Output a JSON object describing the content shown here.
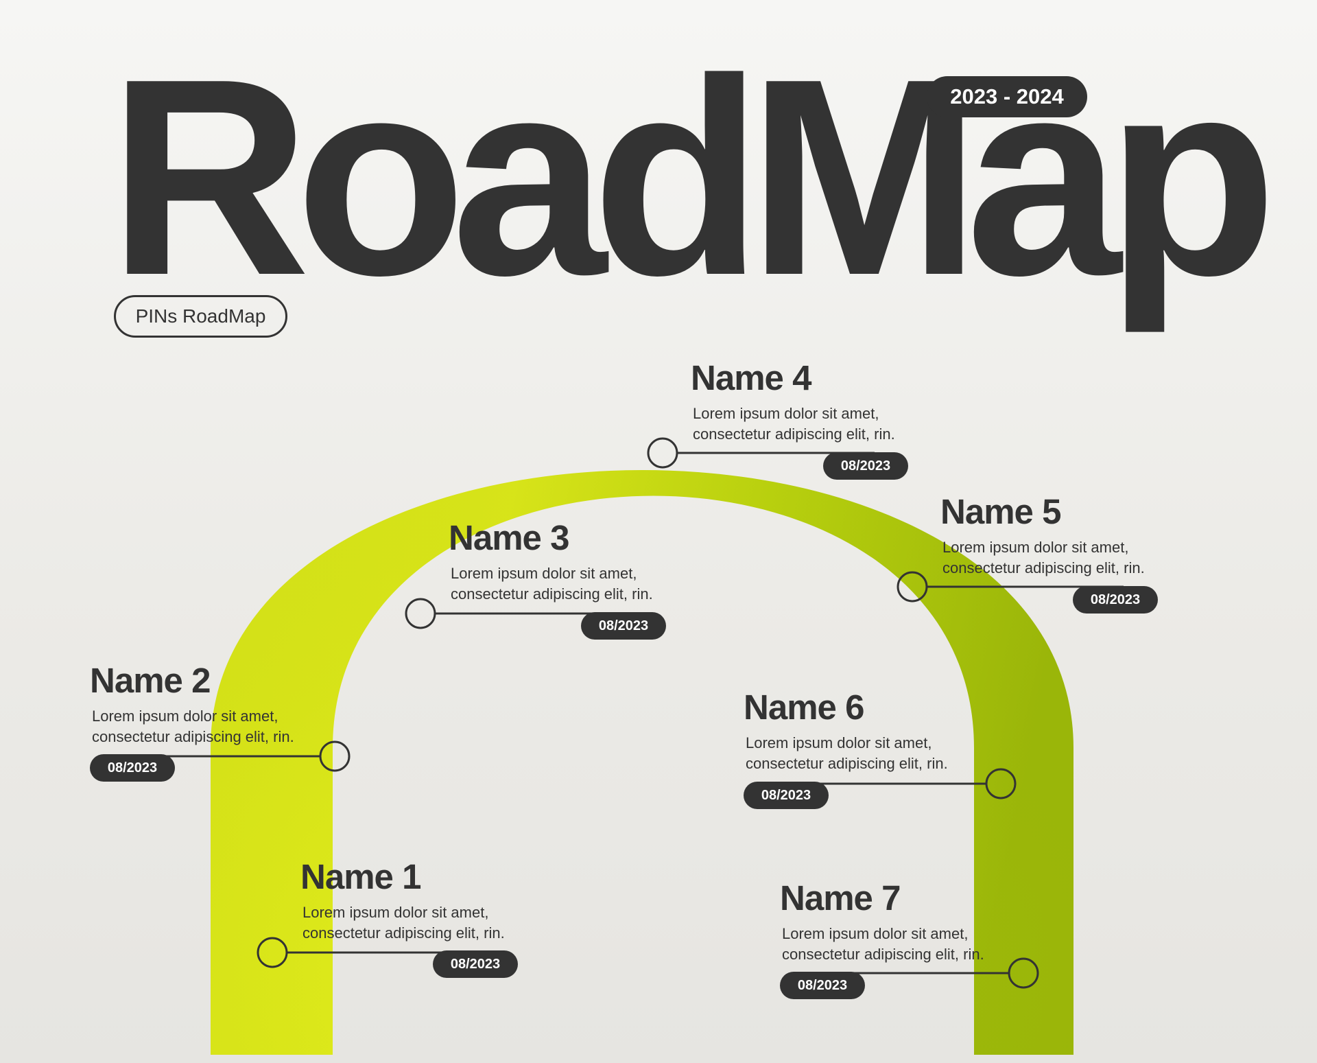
{
  "header": {
    "title": "RoadMap",
    "year_range": "2023 - 2024",
    "subtitle": "PINs RoadMap"
  },
  "colors": {
    "ink": "#333333",
    "arch_highlight": "#e6f21a",
    "arch_shadow": "#a6c208",
    "background": "#efeeeb"
  },
  "milestones": [
    {
      "name": "Name 1",
      "desc_line1": "Lorem ipsum dolor sit amet,",
      "desc_line2": "consectetur adipiscing elit, rin.",
      "date": "08/2023"
    },
    {
      "name": "Name 2",
      "desc_line1": "Lorem ipsum dolor sit amet,",
      "desc_line2": "consectetur adipiscing elit, rin.",
      "date": "08/2023"
    },
    {
      "name": "Name 3",
      "desc_line1": "Lorem ipsum dolor sit amet,",
      "desc_line2": "consectetur adipiscing elit, rin.",
      "date": "08/2023"
    },
    {
      "name": "Name 4",
      "desc_line1": "Lorem ipsum dolor sit amet,",
      "desc_line2": "consectetur adipiscing elit, rin.",
      "date": "08/2023"
    },
    {
      "name": "Name 5",
      "desc_line1": "Lorem ipsum dolor sit amet,",
      "desc_line2": "consectetur adipiscing elit, rin.",
      "date": "08/2023"
    },
    {
      "name": "Name 6",
      "desc_line1": "Lorem ipsum dolor sit amet,",
      "desc_line2": "consectetur adipiscing elit, rin.",
      "date": "08/2023"
    },
    {
      "name": "Name 7",
      "desc_line1": "Lorem ipsum dolor sit amet,",
      "desc_line2": "consectetur adipiscing elit, rin.",
      "date": "08/2023"
    }
  ]
}
